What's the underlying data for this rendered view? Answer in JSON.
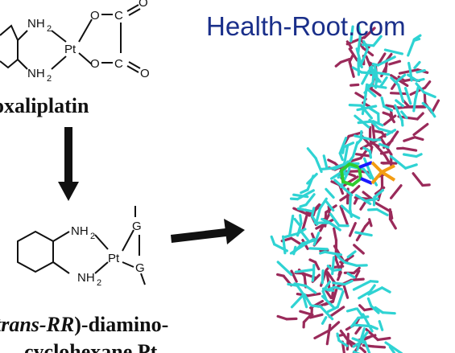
{
  "watermark": {
    "text": "Health-Root.com"
  },
  "top_molecule": {
    "amine_top": "NH",
    "amine_top_sub": "2",
    "amine_bottom": "NH",
    "amine_bottom_sub": "2",
    "metal": "Pt",
    "oxygen_top": "O",
    "oxygen_bottom": "O",
    "carbon_top": "C",
    "carbon_bottom": "C",
    "carbonyl_top": "O",
    "carbonyl_bottom": "O",
    "name": "oxaliplatin"
  },
  "bottom_molecule": {
    "amine_top": "NH",
    "amine_top_sub": "2",
    "amine_bottom": "NH",
    "amine_bottom_sub": "2",
    "metal": "Pt",
    "guanine_top": "G",
    "guanine_bottom": "G",
    "name_line1_italic": "trans-RR",
    "name_line1_rest": ")-diamino-",
    "name_line2": "cyclohexane Pt"
  },
  "colors": {
    "watermark": "#1a2f8a",
    "dna_strand_a": "#2fd3d3",
    "dna_strand_b": "#9a2a5a",
    "ligand": "#2ecc2e",
    "platinum": "#f39c12",
    "nitrogen": "#1a1aff"
  }
}
